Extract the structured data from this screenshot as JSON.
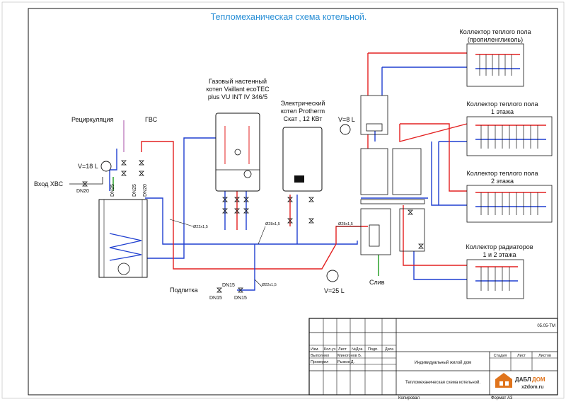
{
  "title": "Тепломеханическая схема котельной.",
  "colors": {
    "hot": "#e32020",
    "cold": "#1f3fd0",
    "drain": "#1a9a1a",
    "recirc": "#c080c0",
    "accent": "#2a8fd6",
    "logo": "#e0741c"
  },
  "labels": {
    "gas_boiler": [
      "Газовый настенный",
      "котел Vaillant ecoTEC",
      "plus VU INT IV 346/5"
    ],
    "electric_boiler": [
      "Электрический",
      "котел Protherm",
      "Скат , 12 КВт"
    ],
    "recirculation": "Рециркуляция",
    "dhw": "ГВС",
    "cold_inlet": "Вход ХВС",
    "dn20": "DN20",
    "dn25a": "DN25",
    "dn25b": "DN25",
    "dn20b": "DN20",
    "v18": "V=18 L",
    "v8": "V=8 L",
    "v25": "V=25 L",
    "pipe1": "Ø22х1,5",
    "pipe2": "Ø28х1,5",
    "pipe3": "Ø28х1,5",
    "pipe4": "Ø22х1,5",
    "makeup": "Подпитка",
    "dn15a": "DN15",
    "dn15b": "DN15",
    "dn15c": "DN15",
    "drain": "Слив",
    "collectors": [
      [
        "Коллектор теплого пола",
        "(пропиленгликоль)"
      ],
      [
        "Коллектор теплого пола",
        "1 этажа"
      ],
      [
        "Коллектор теплого пола",
        "2 этажа"
      ],
      [
        "Коллектор радиаторов",
        "1 и 2 этажа"
      ]
    ]
  },
  "title_block": {
    "code": "05.05-ТМ",
    "headers": [
      "Изм.",
      "Кол.уч",
      "Лист",
      "№Док.",
      "Подп.",
      "Дата"
    ],
    "rows": [
      [
        "Выполнил",
        "Миногонов Б."
      ],
      [
        "Проверил",
        "Рыжов Д."
      ]
    ],
    "project": "Индивидуальный жилой дом",
    "sheet_title": "Тепломеханическая схема котельной.",
    "stage_headers": [
      "Стадия",
      "Лист",
      "Листов"
    ],
    "copied": "Копировал",
    "format": "Формат А3",
    "logo_top_dark": "ДАБЛ",
    "logo_top_accent": "ДОМ",
    "logo_bottom": "x2dom.ru"
  }
}
